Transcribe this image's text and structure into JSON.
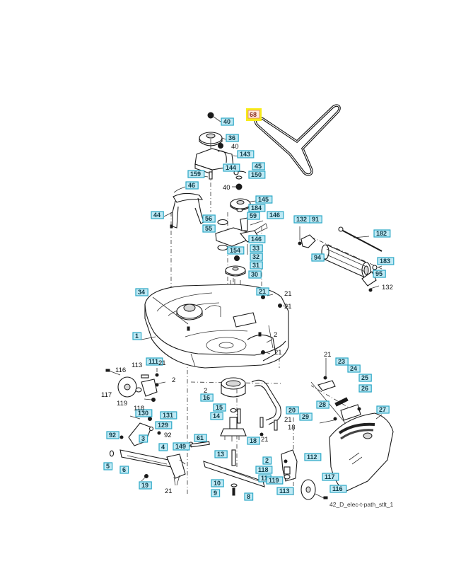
{
  "diagram": {
    "caption": "42_D_elec-t-path_stlt_1",
    "highlight_color": "#f7ec1a",
    "label_fill": "#bfe9f4",
    "label_border": "#2aa7c6",
    "highlighted_part": {
      "id": "68",
      "name": "drive-belt"
    },
    "boxed_labels": {
      "l40a": "40",
      "l36": "36",
      "l143": "143",
      "l144": "144",
      "l159": "159",
      "l45": "45",
      "l150": "150",
      "l46": "46",
      "l44": "44",
      "l145": "145",
      "l184": "184",
      "l56": "56",
      "l55": "55",
      "l59": "59",
      "l146a": "146",
      "l146b": "146",
      "l154": "154",
      "l33": "33",
      "l32": "32",
      "l31": "31",
      "l30": "30",
      "l34": "34",
      "l21a": "21",
      "l1": "1",
      "l132a": "132",
      "l91": "91",
      "l182": "182",
      "l94": "94",
      "l183": "183",
      "l95": "95",
      "l111": "111",
      "l16": "16",
      "l15": "15",
      "l14": "14",
      "l20": "20",
      "l18a": "18",
      "l23": "23",
      "l24": "24",
      "l25": "25",
      "l26": "26",
      "l28": "28",
      "l29": "29",
      "l27": "27",
      "l130": "130",
      "l131": "131",
      "l129": "129",
      "l92a": "92",
      "l3": "3",
      "l61": "61",
      "l4": "4",
      "l149": "149",
      "l5": "5",
      "l6": "6",
      "l19": "19",
      "l13": "13",
      "l11": "11",
      "l10": "10",
      "l9": "9",
      "l8": "8",
      "l2b": "2",
      "l118b": "118",
      "l119b": "119",
      "l113b": "113",
      "l112": "112",
      "l117b": "117",
      "l116b": "116"
    },
    "plain_labels": {
      "p40b": "40",
      "p40c": "40",
      "p21b": "21",
      "p21c": "21",
      "p2a": "2",
      "p21d": "21",
      "p132b": "132",
      "p116": "116",
      "p113": "113",
      "p21e": "21",
      "p2c": "2",
      "p117": "117",
      "p119": "119",
      "p118": "118",
      "p2d": "2",
      "p21f": "21",
      "p18b": "18",
      "p21g": "21",
      "p92b": "92",
      "p21h": "21",
      "p21i": "21"
    }
  }
}
